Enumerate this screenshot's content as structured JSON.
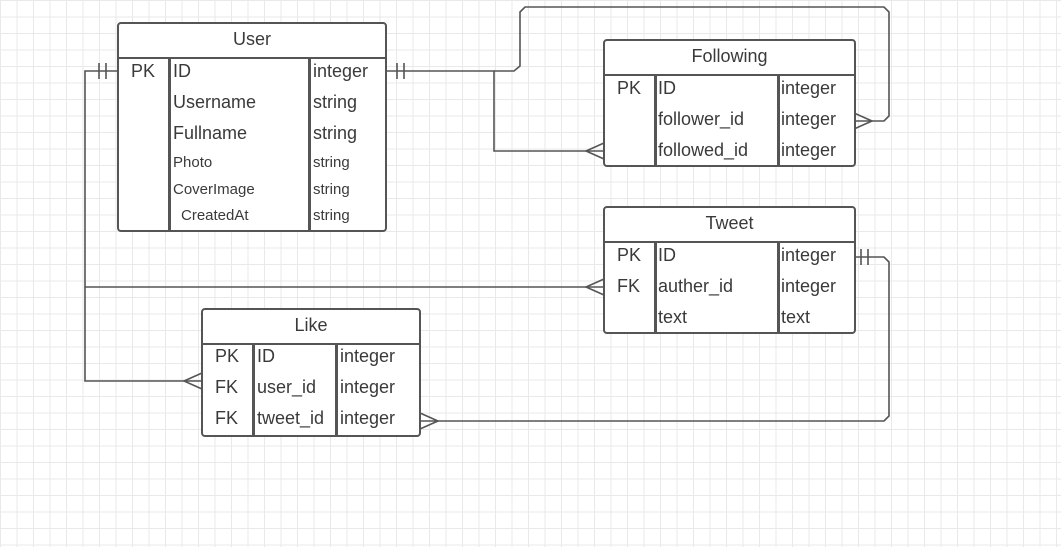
{
  "entities": {
    "user": {
      "title": "User",
      "rows": [
        {
          "key": "PK",
          "name": "ID",
          "type": "integer"
        },
        {
          "key": "",
          "name": "Username",
          "type": "string"
        },
        {
          "key": "",
          "name": "Fullname",
          "type": "string"
        },
        {
          "key": "",
          "name": "Photo",
          "type": "string"
        },
        {
          "key": "",
          "name": "CoverImage",
          "type": "string"
        },
        {
          "key": "",
          "name": "CreatedAt",
          "type": "string"
        }
      ]
    },
    "following": {
      "title": "Following",
      "rows": [
        {
          "key": "PK",
          "name": "ID",
          "type": "integer"
        },
        {
          "key": "",
          "name": "follower_id",
          "type": "integer"
        },
        {
          "key": "",
          "name": "followed_id",
          "type": "integer"
        }
      ]
    },
    "tweet": {
      "title": "Tweet",
      "rows": [
        {
          "key": "PK",
          "name": "ID",
          "type": "integer"
        },
        {
          "key": "FK",
          "name": "auther_id",
          "type": "integer"
        },
        {
          "key": "",
          "name": "text",
          "type": "text"
        }
      ]
    },
    "like": {
      "title": "Like",
      "rows": [
        {
          "key": "PK",
          "name": "ID",
          "type": "integer"
        },
        {
          "key": "FK",
          "name": "user_id",
          "type": "integer"
        },
        {
          "key": "FK",
          "name": "tweet_id",
          "type": "integer"
        }
      ]
    }
  },
  "colors": {
    "line": "#555555",
    "grid": "#e9e9e9",
    "text": "#3a3a3a"
  }
}
